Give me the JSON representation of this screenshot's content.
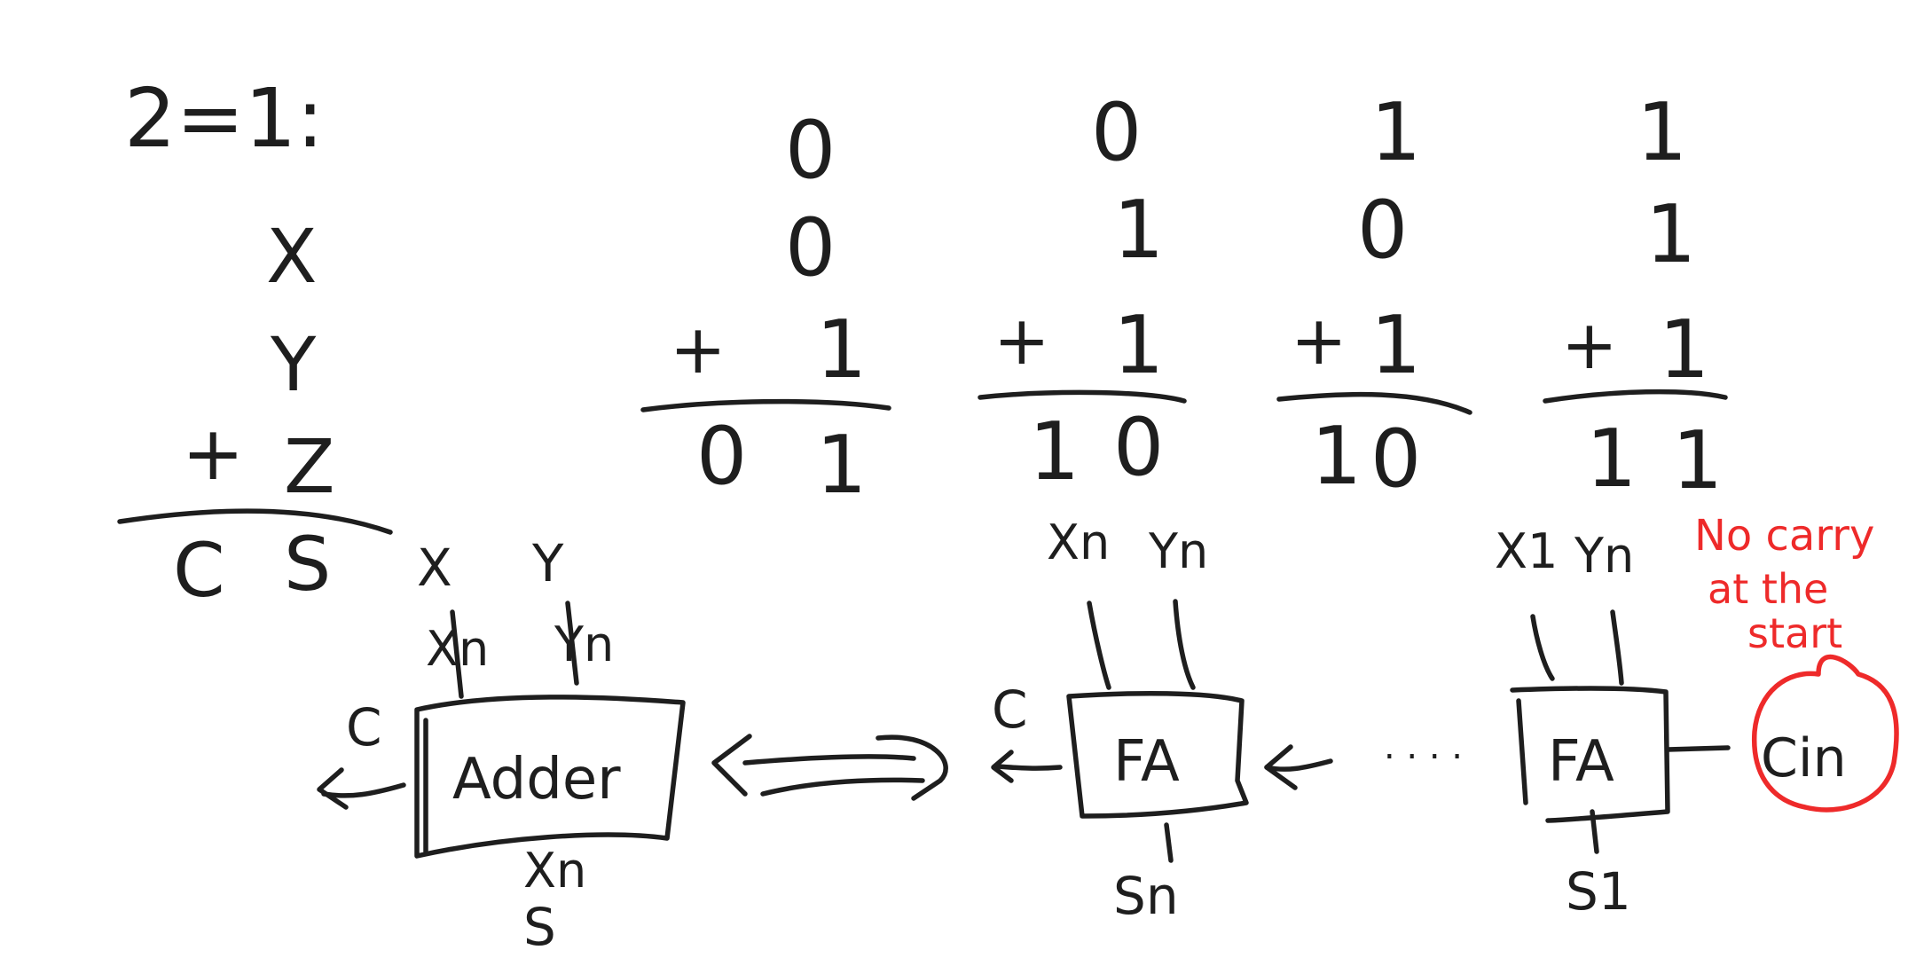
{
  "example": {
    "header": "2=1:",
    "col_x": "X",
    "col_y": "Y",
    "plus": "+",
    "col_z": "Z",
    "result_c": "C",
    "result_s": "S"
  },
  "additions": [
    {
      "x": "0",
      "y": "0",
      "z": "1",
      "c": "0",
      "s": "1"
    },
    {
      "x": "0",
      "y": "1",
      "z": "1",
      "c": "1",
      "s": "0"
    },
    {
      "x": "1",
      "y": "0",
      "z": "1",
      "c": "1",
      "s": "0"
    },
    {
      "x": "1",
      "y": "1",
      "z": "1",
      "c": "1",
      "s": "1"
    }
  ],
  "adder": {
    "label": "Adder",
    "in_x": "X",
    "in_x_alt": "Xn",
    "in_y": "Y",
    "in_y_alt": "Yn",
    "carry_out": "C",
    "sum_out": "S",
    "sum_out_alt": "Xn"
  },
  "fa_n": {
    "label": "FA",
    "in_x": "Xn",
    "in_y": "Yn",
    "carry_out": "C",
    "sum_out": "Sn"
  },
  "fa_1": {
    "label": "FA",
    "in_x": "X1",
    "in_y": "Yn",
    "sum_out": "S1",
    "carry_in": "Cin"
  },
  "ellipsis": ". . . .",
  "annotation": {
    "line1": "No carry",
    "line2": "at the",
    "line3": "start",
    "color": "#ee2a2a"
  },
  "colors": {
    "ink": "#1e1e1e",
    "accent": "#ee2a2a",
    "background": "#ffffff"
  }
}
